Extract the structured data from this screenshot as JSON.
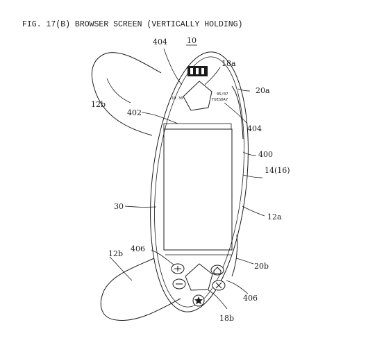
{
  "figure": {
    "title": "FIG. 17(B)  BROWSER SCREEN (VERTICALLY HOLDING)",
    "device_ref": "10"
  },
  "screen": {
    "time": "19 30",
    "date": "05/07",
    "day": "TUESDAY"
  },
  "labels": {
    "ref_404_top": "404",
    "ref_18a": "18a",
    "ref_12b_top": "12b",
    "ref_20a": "20a",
    "ref_402": "402",
    "ref_404_mid": "404",
    "ref_400": "400",
    "ref_14_16": "14(16)",
    "ref_30": "30",
    "ref_12a": "12a",
    "ref_12b_bottom": "12b",
    "ref_406_left": "406",
    "ref_20b": "20b",
    "ref_406_right": "406",
    "ref_18b": "18b"
  },
  "icons": [
    "plus-button-icon",
    "minus-button-icon",
    "home-button-icon",
    "close-button-icon",
    "star-button-icon",
    "pentagon-stick-icon"
  ]
}
